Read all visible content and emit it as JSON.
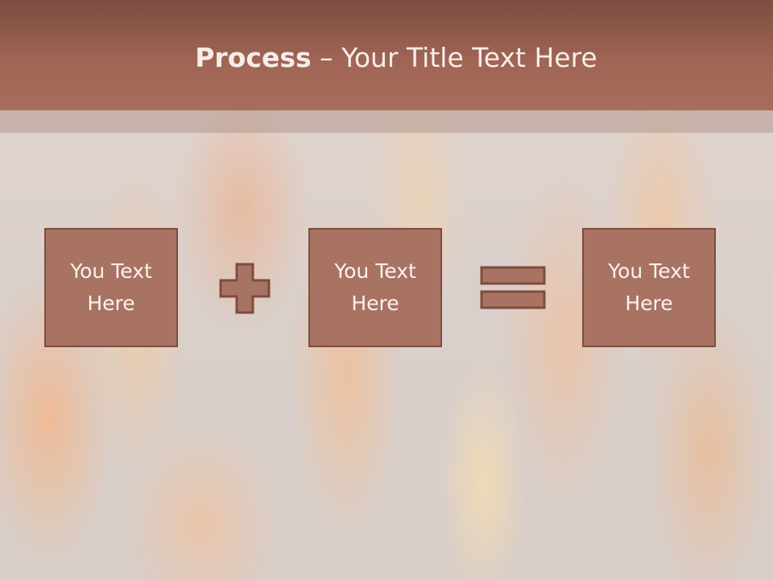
{
  "title": {
    "bold": "Process",
    "rest": " – Your Title Text Here"
  },
  "boxes": [
    {
      "label": "You Text Here"
    },
    {
      "label": "You Text Here"
    },
    {
      "label": "You Text Here"
    }
  ],
  "colors": {
    "header": "#a06555",
    "box_fill": "#a87363",
    "box_border": "#7e4c3e",
    "text": "#fbf1ec"
  },
  "icons": {
    "plus": "plus-icon",
    "equals": "equals-icon"
  }
}
